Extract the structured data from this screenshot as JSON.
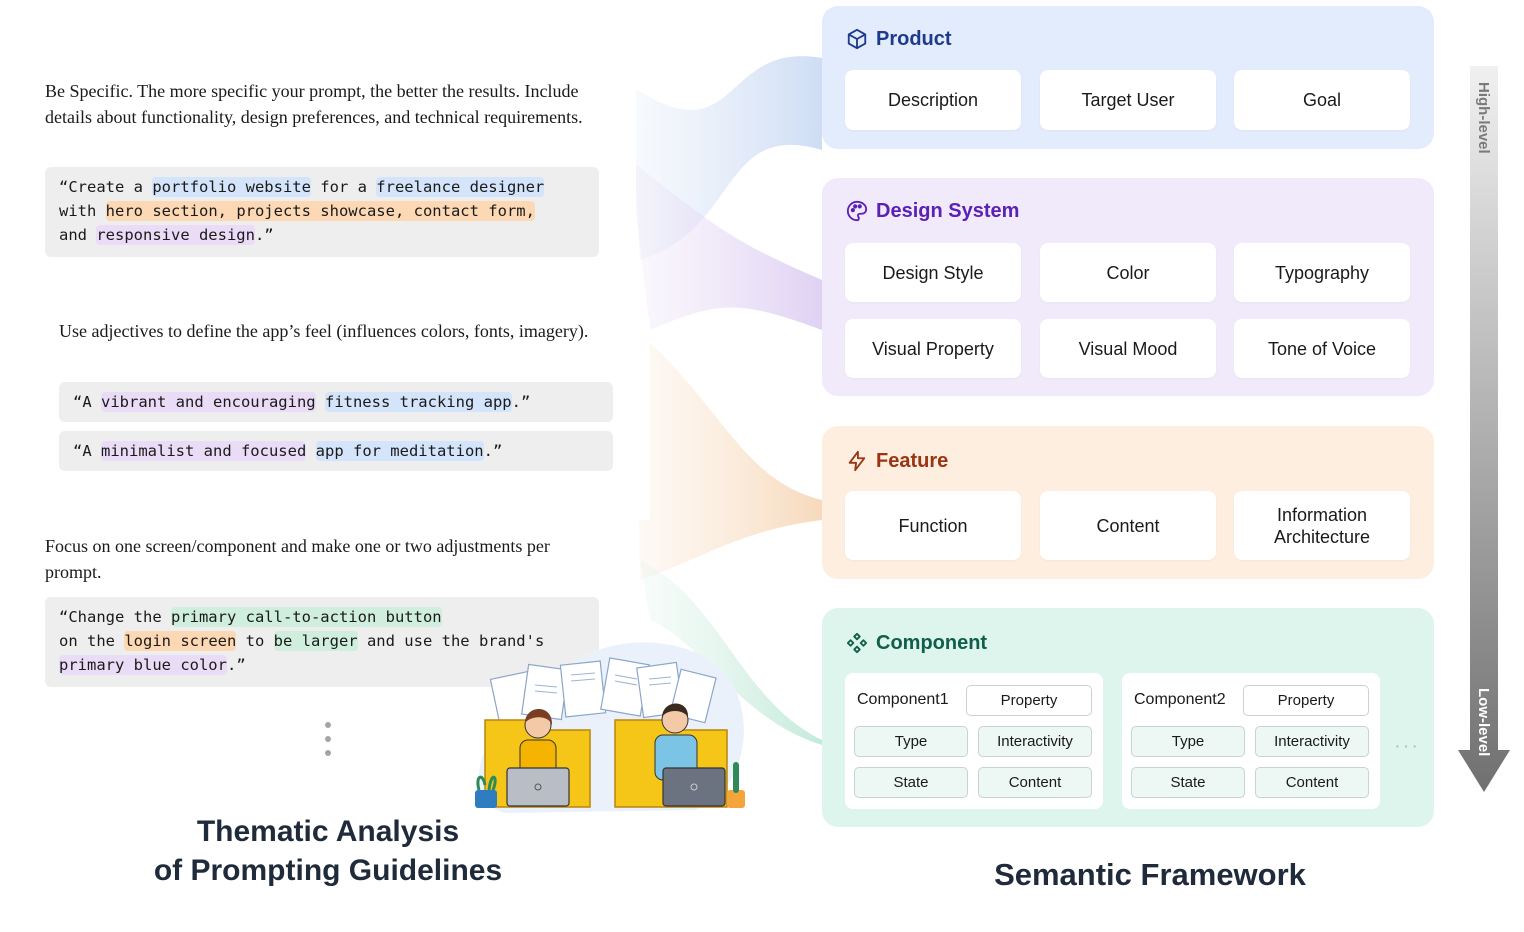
{
  "guidelines": [
    {
      "text": "Be Specific. The more specific your prompt, the better the results. Include details about functionality, design preferences, and technical requirements.",
      "examples": [
        [
          {
            "t": "“Create a "
          },
          {
            "t": "portfolio website",
            "c": "blue"
          },
          {
            "t": " for a "
          },
          {
            "t": "freelance designer",
            "c": "blue"
          },
          {
            "br": true
          },
          {
            "t": "with "
          },
          {
            "t": "hero section, projects showcase, contact form,",
            "c": "orange"
          },
          {
            "br": true
          },
          {
            "t": "and "
          },
          {
            "t": "responsive design",
            "c": "purple"
          },
          {
            "t": ".”"
          }
        ]
      ]
    },
    {
      "text": "Use adjectives to define the app’s feel (influences colors, fonts, imagery).",
      "examples": [
        [
          {
            "t": "“A "
          },
          {
            "t": "vibrant and encouraging",
            "c": "purple"
          },
          {
            "t": " "
          },
          {
            "t": "fitness tracking app",
            "c": "blue"
          },
          {
            "t": ".”"
          }
        ],
        [
          {
            "t": "“A "
          },
          {
            "t": "minimalist and focused",
            "c": "purple"
          },
          {
            "t": " "
          },
          {
            "t": "app for meditation",
            "c": "blue"
          },
          {
            "t": ".”"
          }
        ]
      ]
    },
    {
      "text": "Focus on one screen/component and make one or two adjustments per prompt.",
      "examples": [
        [
          {
            "t": "“Change the "
          },
          {
            "t": "primary call-to-action button",
            "c": "green"
          },
          {
            "br": true
          },
          {
            "t": "on the "
          },
          {
            "t": "login screen",
            "c": "orange"
          },
          {
            "t": " to "
          },
          {
            "t": "be larger",
            "c": "green"
          },
          {
            "t": " and use the brand's"
          },
          {
            "br": true
          },
          {
            "t": "primary blue color",
            "c": "purple"
          },
          {
            "t": ".”"
          }
        ]
      ]
    }
  ],
  "left_title": "Thematic Analysis\nof Prompting Guidelines",
  "right_title": "Semantic Framework",
  "framework": {
    "product": {
      "title": "Product",
      "color": "#1e3a8a",
      "bg": "#e2ecfc",
      "icon": "cube-icon",
      "items": [
        "Description",
        "Target User",
        "Goal"
      ]
    },
    "design_system": {
      "title": "Design System",
      "color": "#5b21b6",
      "bg": "#f1eafb",
      "icon": "palette-icon",
      "items": [
        "Design Style",
        "Color",
        "Typography",
        "Visual Property",
        "Visual Mood",
        "Tone of Voice"
      ]
    },
    "feature": {
      "title": "Feature",
      "color": "#9a3412",
      "bg": "#fdeee0",
      "icon": "lightning-icon",
      "items": [
        "Function",
        "Content",
        "Information\nArchitecture"
      ]
    },
    "component": {
      "title": "Component",
      "color": "#115e4a",
      "bg": "#ddf5ed",
      "icon": "component-icon",
      "groups": [
        {
          "name": "Component1",
          "items": [
            "Property",
            "Type",
            "Interactivity",
            "State",
            "Content"
          ]
        },
        {
          "name": "Component2",
          "items": [
            "Property",
            "Type",
            "Interactivity",
            "State",
            "Content"
          ]
        }
      ],
      "more": "···"
    }
  },
  "level_axis": {
    "top": "High-level",
    "bottom": "Low-level"
  }
}
